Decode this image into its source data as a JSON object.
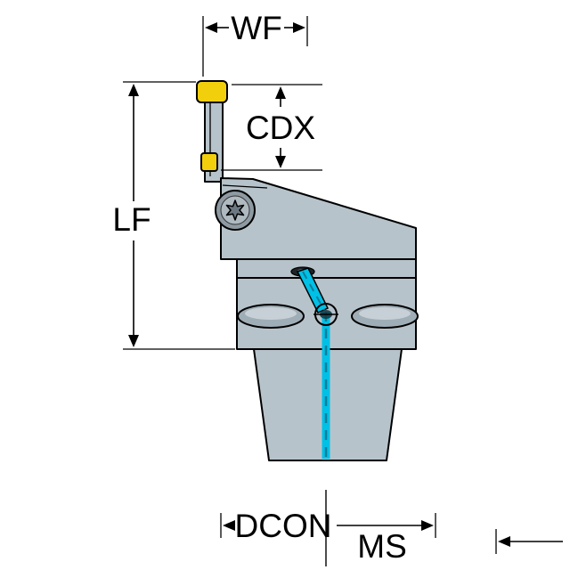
{
  "labels": {
    "wf": "WF",
    "cdx": "CDX",
    "lf": "LF",
    "dcon": "DCON",
    "ms": "MS"
  },
  "colors": {
    "background": "#ffffff",
    "body": "#b7c3ca",
    "body_dark": "#9fadb6",
    "body_light": "#c6d0d6",
    "insert": "#f2cf0c",
    "coolant": "#00c0e6",
    "coolant_dark": "#0e7d99",
    "outline": "#000000"
  }
}
